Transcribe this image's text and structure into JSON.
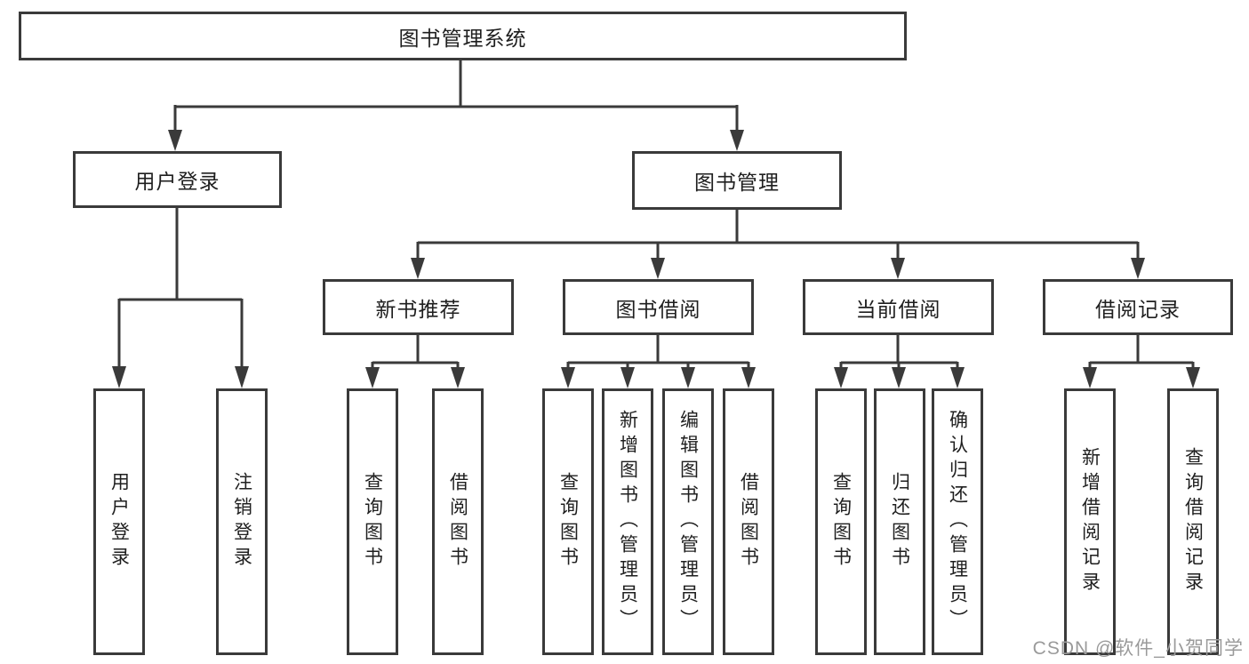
{
  "tree": {
    "root": {
      "label": "图书管理系统"
    },
    "branches": [
      {
        "label": "用户登录",
        "children": [
          {
            "label": "用户登录"
          },
          {
            "label": "注销登录"
          }
        ]
      },
      {
        "label": "图书管理",
        "groups": [
          {
            "label": "新书推荐",
            "children": [
              {
                "label": "查询图书"
              },
              {
                "label": "借阅图书"
              }
            ]
          },
          {
            "label": "图书借阅",
            "children": [
              {
                "label": "查询图书"
              },
              {
                "label": "新增图书（管理员）"
              },
              {
                "label": "编辑图书（管理员）"
              },
              {
                "label": "借阅图书"
              }
            ]
          },
          {
            "label": "当前借阅",
            "children": [
              {
                "label": "查询图书"
              },
              {
                "label": "归还图书"
              },
              {
                "label": "确认归还（管理员）"
              }
            ]
          },
          {
            "label": "借阅记录",
            "children": [
              {
                "label": "新增借阅记录"
              },
              {
                "label": "查询借阅记录"
              }
            ]
          }
        ]
      }
    ]
  },
  "colors": {
    "line": "#3a3a3a",
    "text": "#1f1f1f",
    "watermark": "#9a9a9a"
  },
  "watermark": {
    "text": "CSDN @软件_小贺同学"
  }
}
